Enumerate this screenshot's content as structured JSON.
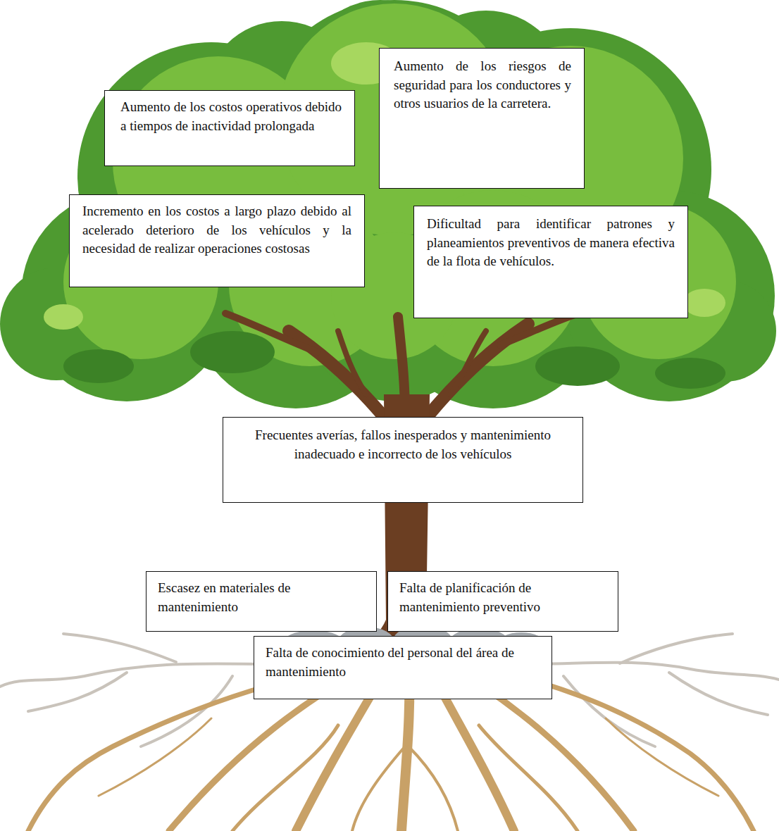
{
  "diagram": {
    "nodes": [
      {
        "text": [
          "Aumento de los costos operativos debido a tiempos de inactividad prolongada"
        ]
      },
      {
        "text": [
          "Aumento de los riesgos de seguridad para los conductores y otros usuarios de la carretera."
        ]
      },
      {
        "text": [
          "Incremento en los costos a largo plazo debido al acelerado deterioro de los vehículos y la necesidad de realizar operaciones costosas"
        ]
      },
      {
        "text": [
          "Dificultad para identificar patrones y planeamientos preventivos de manera efectiva de la flota de vehículos."
        ]
      },
      {
        "text": [
          "Frecuentes averías, fallos inesperados y mantenimiento inadecuado e incorrecto de los vehículos"
        ]
      },
      {
        "text": [
          "Escasez en materiales de mantenimiento"
        ]
      },
      {
        "text": [
          "Falta de planificación de mantenimiento preventivo"
        ]
      },
      {
        "text": [
          "Falta de conocimiento del personal del área de mantenimiento"
        ]
      }
    ]
  }
}
